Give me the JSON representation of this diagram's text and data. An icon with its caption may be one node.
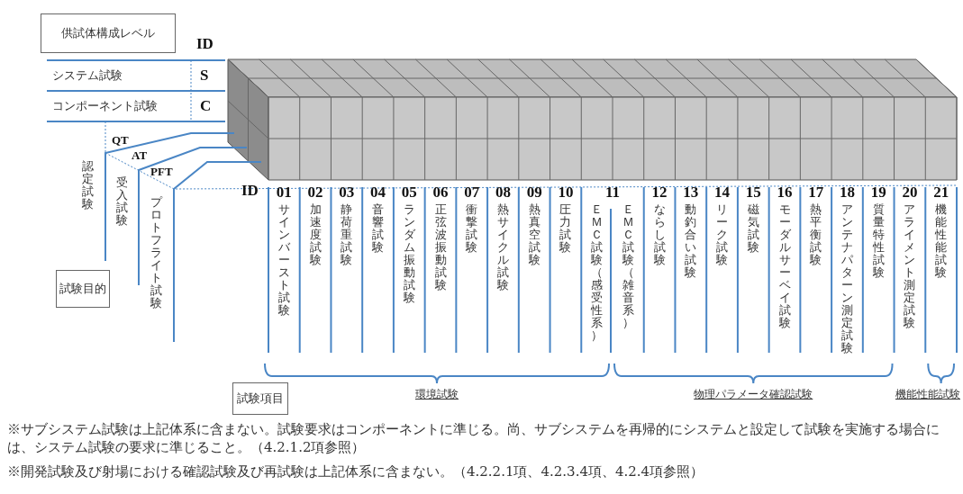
{
  "diagram": {
    "nodes": [
      {
        "text": [
          "供試体構成レベル"
        ]
      },
      {
        "text": [
          "試験目的"
        ]
      },
      {
        "text": [
          "試験項目"
        ]
      }
    ],
    "labels": [
      "ID",
      "システム試験",
      "S",
      "コンポーネント試験",
      "C",
      "QT",
      "AT",
      "PFT",
      "ID",
      "01",
      "02",
      "03",
      "04",
      "05",
      "06",
      "07",
      "08",
      "09",
      "10",
      "11",
      "12",
      "13",
      "14",
      "15",
      "16",
      "17",
      "18",
      "19",
      "20",
      "21",
      "サインバースト試験",
      "加速度試験",
      "静荷重試験",
      "音響試験",
      "ランダム振動試験",
      "正弦波振動試験",
      "衝撃試験",
      "熱サイクル試験",
      "熱真空試験",
      "圧力試験",
      "ＥＭＣ試験（感受性系）",
      "ＥＭＣ試験（雑音系）",
      "ならし試験",
      "動釣合い試験",
      "リーク試験",
      "磁気試験",
      "モーダルサーベイ試験",
      "熱平衡試験",
      "アンテナパターン測定試験",
      "質量特性試験",
      "アライメント測定試験",
      "機能性能試験",
      "認定試験",
      "受入試験",
      "プロトフライト試験",
      "環境試験",
      "物理パラメータ確認試験",
      "機能性能試験",
      "※サブシステム試験は上記体系に含まない。試験要求はコンポーネントに準じる。尚、サブシステムを再帰的にシステムと設定して試験を実施する場合には、システム試験の要求に準じること。（4.2.1.2項参照）",
      "※開発試験及び射場における確認試験及び再試験は上記体系に含まない。（4.2.2.1項、4.2.3.4項、4.2.4項参照）"
    ]
  }
}
